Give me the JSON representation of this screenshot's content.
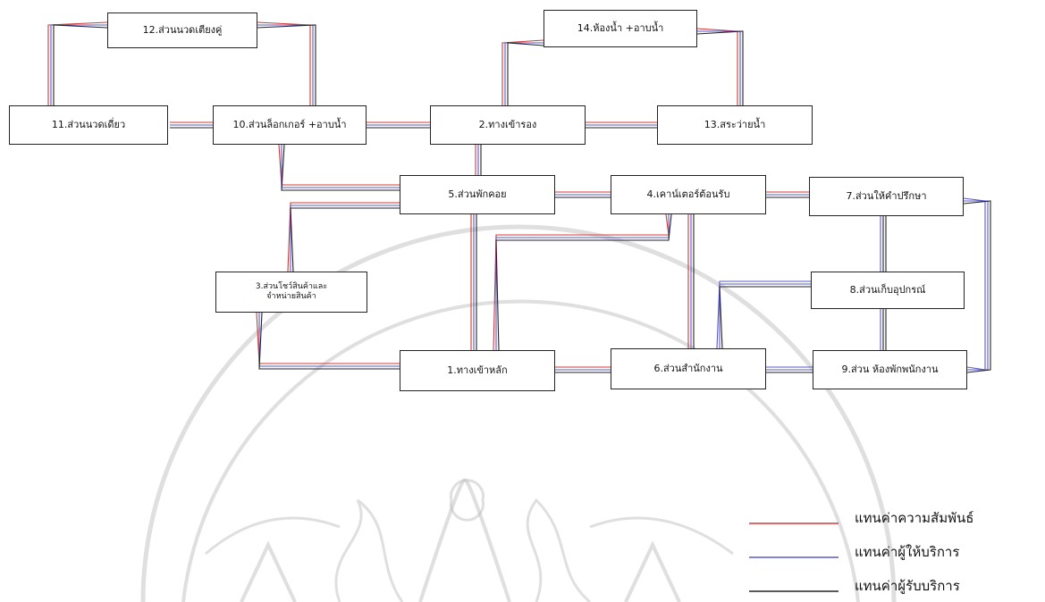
{
  "colors": {
    "relation": "#d03838",
    "provider": "#5a5ac8",
    "customer": "#222222",
    "watermark": "#b8b8b8"
  },
  "nodes": {
    "n1": "1.ทางเข้าหลัก",
    "n2": "2.ทางเข้ารอง",
    "n3": "3.ส่วนโชว์สินค้าและ\nจำหน่ายสินค้า",
    "n4": "4.เคาน์เตอร์ต้อนรับ",
    "n5": "5.ส่วนพักคอย",
    "n6": "6.ส่วนสำนักงาน",
    "n7": "7.ส่วนให้คำปรึกษา",
    "n8": "8.ส่วนเก็บอุปกรณ์",
    "n9": "9.ส่วน ห้องพักพนักงาน",
    "n10": "10.ส่วนล็อกเกอร์ +อาบน้ำ",
    "n11": "11.ส่วนนวดเดี่ยว",
    "n12": "12.ส่วนนวดเตียงคู่",
    "n13": "13.สระว่ายน้ำ",
    "n14": "14.ห้องน้ำ +อาบน้ำ"
  },
  "legend": {
    "relation": "แทนค่าความสัมพันธ์",
    "provider": "แทนค่าผู้ให้บริการ",
    "customer": "แทนค่าผู้รับบริการ"
  }
}
